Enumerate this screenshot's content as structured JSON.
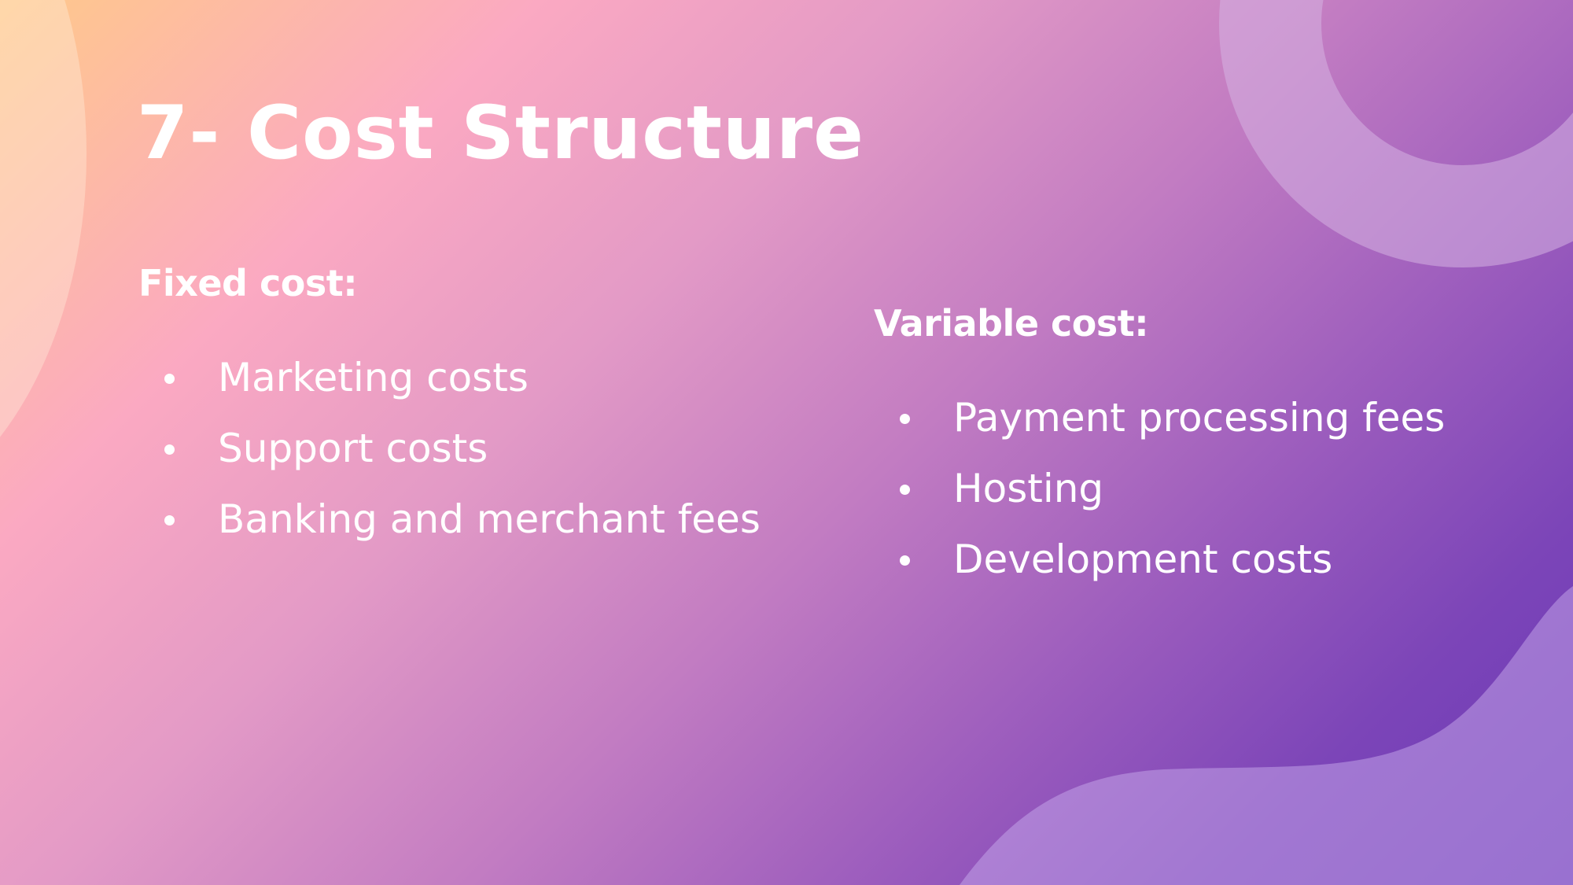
{
  "slide": {
    "title": "7- Cost Structure",
    "fixed": {
      "heading": "Fixed cost:",
      "items": [
        "Marketing costs",
        "Support costs",
        "Banking and merchant fees"
      ]
    },
    "variable": {
      "heading": "Variable cost:",
      "items": [
        "Payment processing fees",
        "Hosting",
        "Development costs"
      ]
    }
  },
  "colors": {
    "text": "#ffffff",
    "gradient_start": "#ffc98a",
    "gradient_mid": "#e39ac6",
    "gradient_end": "#6a38b5"
  }
}
